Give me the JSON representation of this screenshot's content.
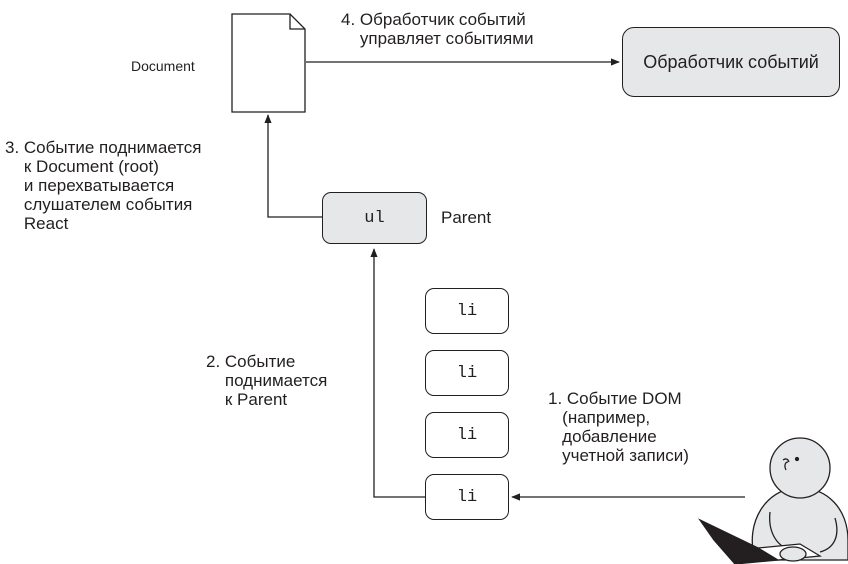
{
  "document_label": "Document",
  "handler_box": "Обработчик событий",
  "parent_box": "ul",
  "parent_label": "Parent",
  "children": [
    "li",
    "li",
    "li",
    "li"
  ],
  "step1": "1. Событие DOM\n   (например,\n   добавление\n   учетной записи)",
  "step2": "2. Событие\n    поднимается\n    к Parent",
  "step3": "3. Событие поднимается\n    к Document (root)\n    и перехватывается\n    слушателем события\n    React",
  "step4": "4. Обработчик событий\n    управляет событиями"
}
